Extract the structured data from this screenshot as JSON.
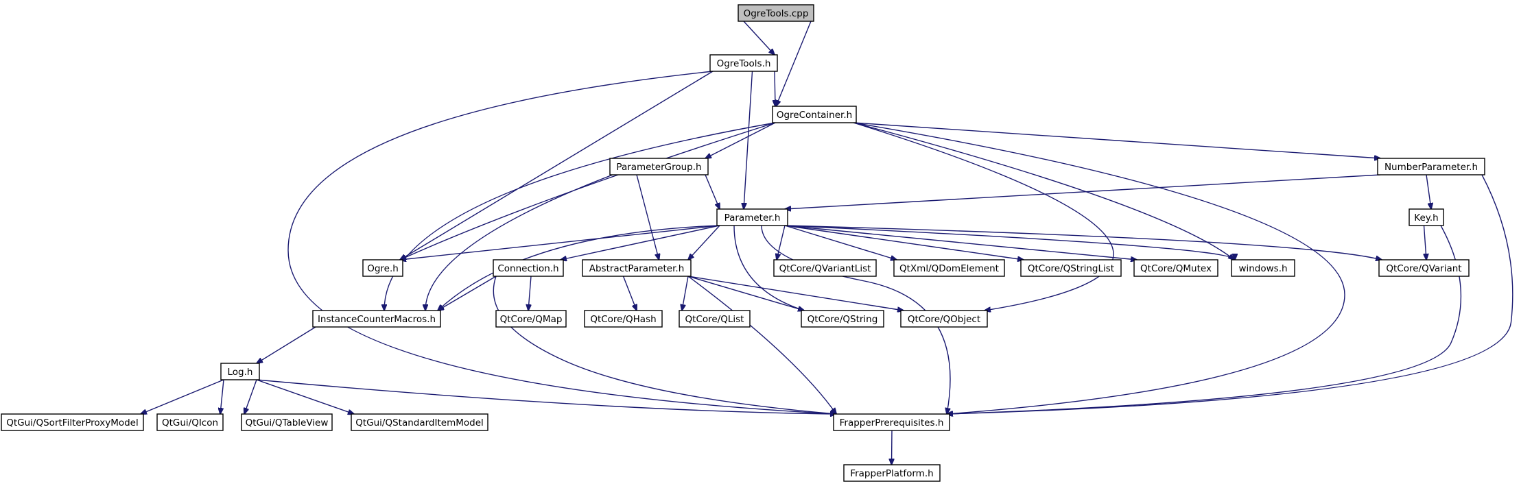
{
  "diagram": {
    "type": "include-dependency-graph",
    "colors": {
      "edge": "#191970",
      "root_fill": "#bfbfbf",
      "node_border": "#000000",
      "external_border": "#bfbfbf",
      "external_text": "#808080"
    },
    "nodes": [
      {
        "id": "ogretools_cpp",
        "label": "OgreTools.cpp",
        "kind": "root"
      },
      {
        "id": "ogretools_h",
        "label": "OgreTools.h",
        "kind": "local"
      },
      {
        "id": "ogrecontainer_h",
        "label": "OgreContainer.h",
        "kind": "local"
      },
      {
        "id": "parametergroup_h",
        "label": "ParameterGroup.h",
        "kind": "local"
      },
      {
        "id": "numberparameter_h",
        "label": "NumberParameter.h",
        "kind": "local"
      },
      {
        "id": "parameter_h",
        "label": "Parameter.h",
        "kind": "local"
      },
      {
        "id": "key_h",
        "label": "Key.h",
        "kind": "local"
      },
      {
        "id": "ogre_h",
        "label": "Ogre.h",
        "kind": "external"
      },
      {
        "id": "connection_h",
        "label": "Connection.h",
        "kind": "local"
      },
      {
        "id": "abstractparameter_h",
        "label": "AbstractParameter.h",
        "kind": "local"
      },
      {
        "id": "qvariantlist",
        "label": "QtCore/QVariantList",
        "kind": "external"
      },
      {
        "id": "qdomelement",
        "label": "QtXml/QDomElement",
        "kind": "external"
      },
      {
        "id": "qstringlist",
        "label": "QtCore/QStringList",
        "kind": "external"
      },
      {
        "id": "qmutex",
        "label": "QtCore/QMutex",
        "kind": "external"
      },
      {
        "id": "windows_h",
        "label": "windows.h",
        "kind": "external"
      },
      {
        "id": "qvariant",
        "label": "QtCore/QVariant",
        "kind": "external"
      },
      {
        "id": "instancecountermacros_h",
        "label": "InstanceCounterMacros.h",
        "kind": "local"
      },
      {
        "id": "qmap",
        "label": "QtCore/QMap",
        "kind": "external"
      },
      {
        "id": "qhash",
        "label": "QtCore/QHash",
        "kind": "external"
      },
      {
        "id": "qlist",
        "label": "QtCore/QList",
        "kind": "external"
      },
      {
        "id": "qstring",
        "label": "QtCore/QString",
        "kind": "external"
      },
      {
        "id": "qobject",
        "label": "QtCore/QObject",
        "kind": "external"
      },
      {
        "id": "log_h",
        "label": "Log.h",
        "kind": "local"
      },
      {
        "id": "qsortfilterproxymodel",
        "label": "QtGui/QSortFilterProxyModel",
        "kind": "external"
      },
      {
        "id": "qicon",
        "label": "QtGui/QIcon",
        "kind": "external"
      },
      {
        "id": "qtableview",
        "label": "QtGui/QTableView",
        "kind": "external"
      },
      {
        "id": "qstandarditemmodel",
        "label": "QtGui/QStandardItemModel",
        "kind": "external"
      },
      {
        "id": "frapperprerequisites_h",
        "label": "FrapperPrerequisites.h",
        "kind": "local"
      },
      {
        "id": "frapperplatform_h",
        "label": "FrapperPlatform.h",
        "kind": "local"
      }
    ],
    "edges": [
      [
        "ogretools_cpp",
        "ogretools_h"
      ],
      [
        "ogretools_cpp",
        "ogrecontainer_h"
      ],
      [
        "ogretools_h",
        "ogrecontainer_h"
      ],
      [
        "ogretools_h",
        "parameter_h"
      ],
      [
        "ogretools_h",
        "ogre_h"
      ],
      [
        "ogretools_h",
        "frapperprerequisites_h"
      ],
      [
        "ogrecontainer_h",
        "parametergroup_h"
      ],
      [
        "ogrecontainer_h",
        "numberparameter_h"
      ],
      [
        "ogrecontainer_h",
        "ogre_h"
      ],
      [
        "ogrecontainer_h",
        "instancecountermacros_h"
      ],
      [
        "ogrecontainer_h",
        "windows_h"
      ],
      [
        "ogrecontainer_h",
        "qobject"
      ],
      [
        "ogrecontainer_h",
        "frapperprerequisites_h"
      ],
      [
        "parametergroup_h",
        "parameter_h"
      ],
      [
        "parametergroup_h",
        "abstractparameter_h"
      ],
      [
        "parametergroup_h",
        "instancecountermacros_h"
      ],
      [
        "numberparameter_h",
        "parameter_h"
      ],
      [
        "numberparameter_h",
        "key_h"
      ],
      [
        "numberparameter_h",
        "frapperprerequisites_h"
      ],
      [
        "key_h",
        "qvariant"
      ],
      [
        "key_h",
        "frapperprerequisites_h"
      ],
      [
        "parameter_h",
        "ogre_h"
      ],
      [
        "parameter_h",
        "connection_h"
      ],
      [
        "parameter_h",
        "abstractparameter_h"
      ],
      [
        "parameter_h",
        "qvariantlist"
      ],
      [
        "parameter_h",
        "qdomelement"
      ],
      [
        "parameter_h",
        "qstringlist"
      ],
      [
        "parameter_h",
        "qmutex"
      ],
      [
        "parameter_h",
        "windows_h"
      ],
      [
        "parameter_h",
        "qvariant"
      ],
      [
        "parameter_h",
        "instancecountermacros_h"
      ],
      [
        "parameter_h",
        "qstring"
      ],
      [
        "parameter_h",
        "frapperprerequisites_h"
      ],
      [
        "connection_h",
        "instancecountermacros_h"
      ],
      [
        "connection_h",
        "qmap"
      ],
      [
        "connection_h",
        "frapperprerequisites_h"
      ],
      [
        "abstractparameter_h",
        "qhash"
      ],
      [
        "abstractparameter_h",
        "qlist"
      ],
      [
        "abstractparameter_h",
        "qstring"
      ],
      [
        "abstractparameter_h",
        "qobject"
      ],
      [
        "abstractparameter_h",
        "frapperprerequisites_h"
      ],
      [
        "instancecountermacros_h",
        "log_h"
      ],
      [
        "log_h",
        "qsortfilterproxymodel"
      ],
      [
        "log_h",
        "qicon"
      ],
      [
        "log_h",
        "qtableview"
      ],
      [
        "log_h",
        "qstandarditemmodel"
      ],
      [
        "log_h",
        "frapperprerequisites_h"
      ],
      [
        "frapperprerequisites_h",
        "frapperplatform_h"
      ]
    ]
  }
}
